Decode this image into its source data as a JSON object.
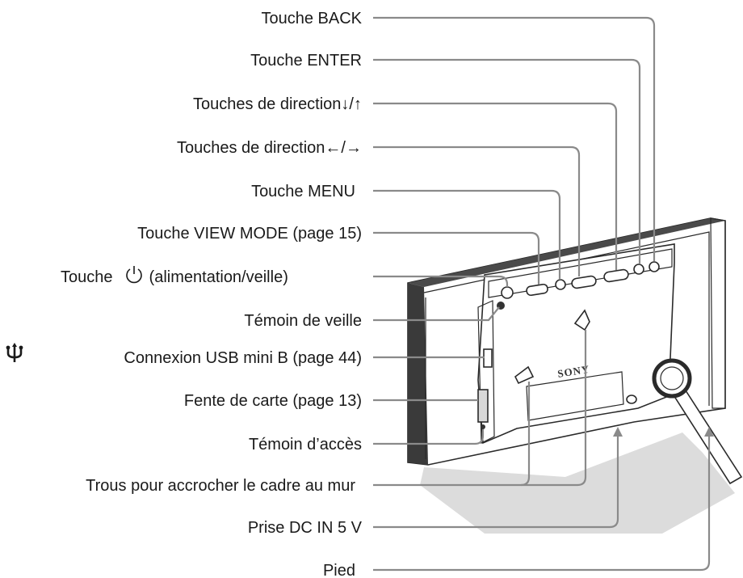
{
  "labels": {
    "back": "Touche BACK",
    "enter": "Touche ENTER",
    "dir_updown": "Touches de direction↓/↑",
    "dir_leftright": "Touches de direction←/→",
    "menu": "Touche MENU",
    "view_mode": "Touche VIEW MODE (page 15)",
    "power_prefix": "Touche ",
    "power_suffix": " (alimentation/veille)",
    "standby": "Témoin de veille",
    "usb": "Connexion USB mini B (page 44)",
    "card_slot": "Fente de carte (page 13)",
    "access": "Témoin d’accès",
    "wall_holes": "Trous pour accrocher le cadre au mur",
    "dc_in": "Prise DC IN 5 V",
    "stand": "Pied"
  },
  "device": {
    "brand": "SONY"
  },
  "icons": {
    "power": "power-icon",
    "usb": "usb-trident-icon"
  }
}
